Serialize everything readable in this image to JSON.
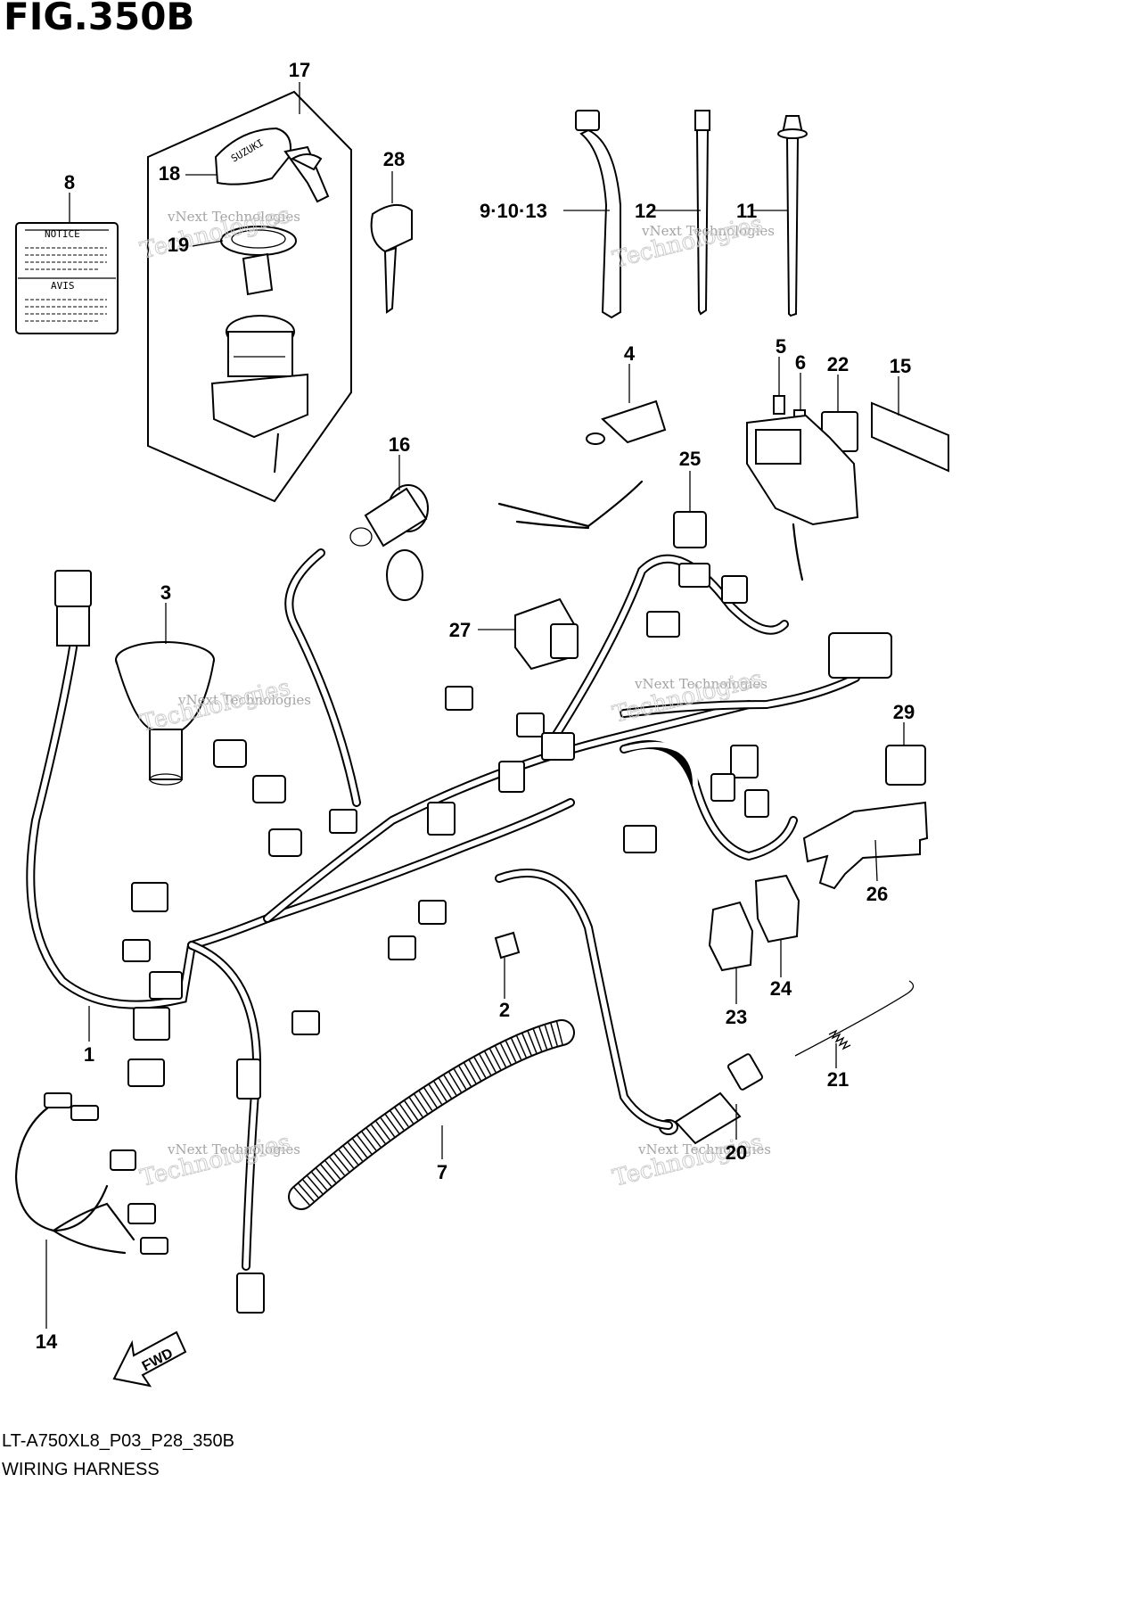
{
  "figure": {
    "title": "FIG.350B",
    "model_code": "LT-A750XL8_P03_P28_350B",
    "caption": "WIRING HARNESS"
  },
  "label_8": {
    "notice": "NOTICE",
    "avis": "AVIS"
  },
  "key_brand": "SUZUKI",
  "fwd_label": "FWD",
  "watermark": {
    "line1": "vNext Technologies",
    "line2": "Technologies"
  },
  "callouts": {
    "c1": "1",
    "c2": "2",
    "c3": "3",
    "c4": "4",
    "c5": "5",
    "c6": "6",
    "c7": "7",
    "c8": "8",
    "c9_10_13": "9·10·13",
    "c11": "11",
    "c12": "12",
    "c14": "14",
    "c15": "15",
    "c16": "16",
    "c17": "17",
    "c18": "18",
    "c19": "19",
    "c20": "20",
    "c21": "21",
    "c22": "22",
    "c23": "23",
    "c24": "24",
    "c25": "25",
    "c26": "26",
    "c27": "27",
    "c28": "28",
    "c29": "29"
  }
}
